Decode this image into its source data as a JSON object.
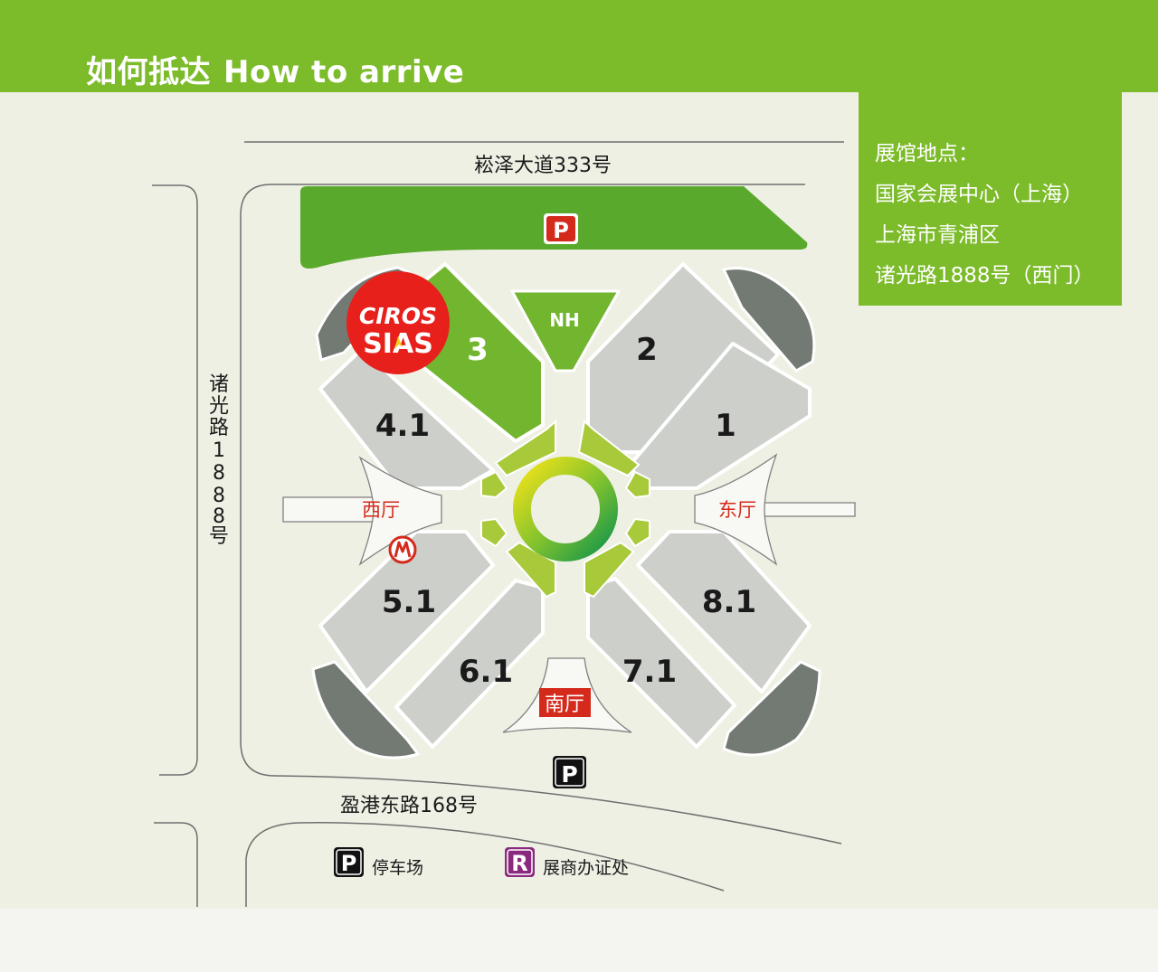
{
  "header": {
    "title_cn": "如何抵达",
    "title_en": "How to arrive"
  },
  "venue_info": {
    "label": "展馆地点：",
    "venue": "国家会展中心（上海）",
    "district": "上海市青浦区",
    "address": "诸光路1888号（西门）"
  },
  "roads": {
    "north": "崧泽大道333号",
    "west_chars": [
      "诸",
      "光",
      "路",
      "1",
      "8",
      "8",
      "8",
      "号"
    ],
    "south": "盈港东路168号"
  },
  "halls": {
    "h3": "3",
    "nh": "NH",
    "h2": "2",
    "h1": "1",
    "h41": "4.1",
    "h51": "5.1",
    "h61": "6.1",
    "h71": "7.1",
    "h81": "8.1"
  },
  "lobbies": {
    "west": "西厅",
    "east": "东厅",
    "south": "南厅"
  },
  "logo": {
    "line1": "CIROS",
    "line2": "SIAS"
  },
  "parking": {
    "north_symbol": "P",
    "south_symbol": "P"
  },
  "legend": {
    "parking_symbol": "P",
    "parking_label": "停车场",
    "registration_symbol": "R",
    "registration_label": "展商办证处"
  },
  "colors": {
    "brand_green": "#7cbb2a",
    "hall_gray": "#cdcfcb",
    "lobby_red": "#d42a1c",
    "registration_purple": "#8a2a7e",
    "logo_red": "#e8201c"
  }
}
